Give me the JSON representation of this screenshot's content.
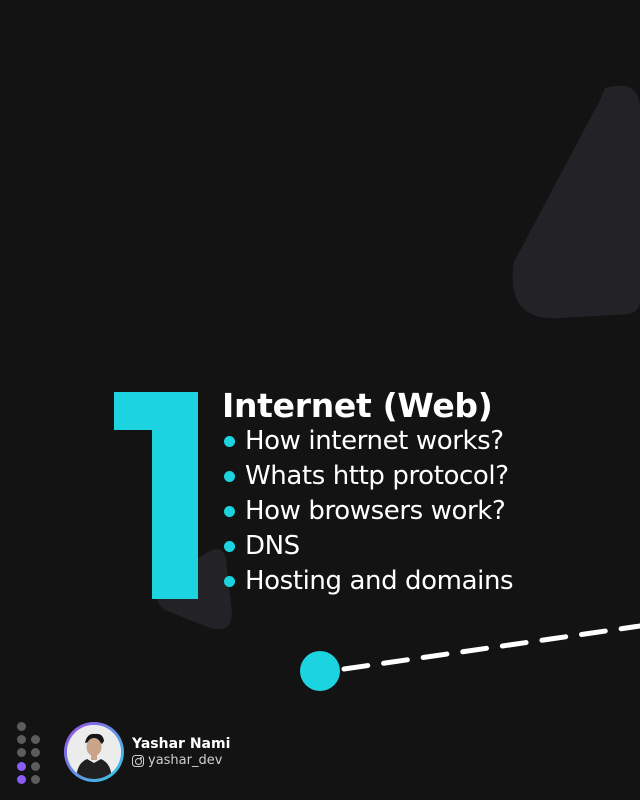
{
  "section": {
    "number": "1",
    "title": "Internet (Web)",
    "items": [
      "How internet works?",
      "Whats http protocol?",
      "How browsers work?",
      "DNS",
      "Hosting and domains"
    ]
  },
  "author": {
    "name": "Yashar Nami",
    "handle": "yashar_dev",
    "handle_icon": "instagram-icon"
  },
  "colors": {
    "background": "#131314",
    "accent": "#1bd4e0",
    "shape": "#232327",
    "text": "#ffffff",
    "avatar_ring_start": "#a04be8",
    "avatar_ring_end": "#2ad1e6"
  }
}
